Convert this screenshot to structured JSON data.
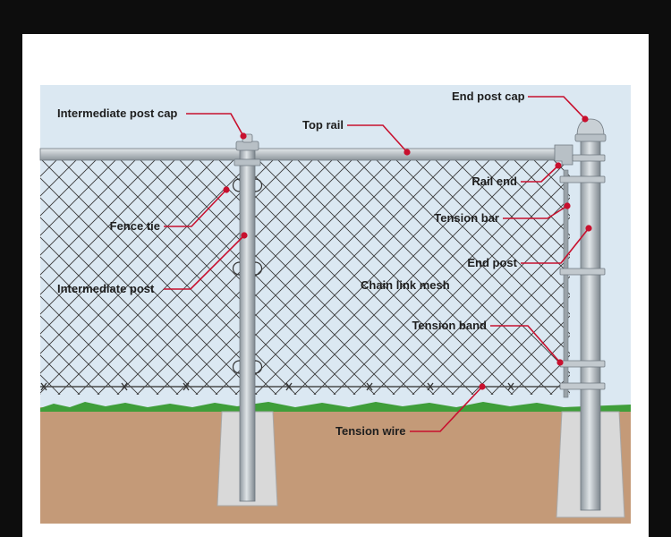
{
  "colors": {
    "sky": "#dbe8f2",
    "ground": "#c49a78",
    "grass": "#3f9e3a",
    "steel": "#b8c0c6",
    "steel_dark": "#6f7880",
    "concrete": "#d7d7d7",
    "accent": "#c8102e"
  },
  "labels": {
    "intermediate_post_cap": "Intermediate post cap",
    "top_rail": "Top rail",
    "end_post_cap": "End post cap",
    "rail_end": "Rail end",
    "tension_bar": "Tension bar",
    "fence_tie": "Fence tie",
    "end_post": "End post",
    "intermediate_post": "Intermediate post",
    "chain_link_mesh": "Chain link mesh",
    "tension_band": "Tension band",
    "tension_wire": "Tension wire"
  }
}
